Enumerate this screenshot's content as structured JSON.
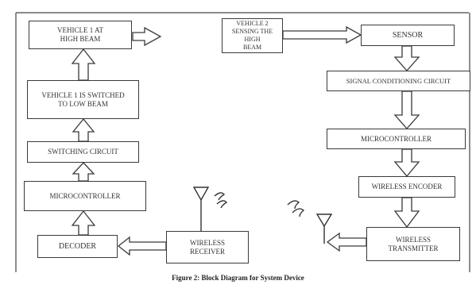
{
  "diagram": {
    "left_chain": {
      "vehicle1_high_beam": [
        "VEHICLE 1 AT",
        "HIGH BEAM"
      ],
      "vehicle1_low_beam": [
        "VEHICLE 1 IS SWITCHED",
        "TO LOW BEAM"
      ],
      "switching_circuit": "SWITCHING CIRCUIT",
      "microcontroller": "MICROCONTROLLER",
      "decoder": "DECODER",
      "wireless_receiver": [
        "WIRELESS",
        "RECEIVER"
      ]
    },
    "right_chain": {
      "vehicle2_sensing": [
        "VEHICLE 2",
        "SENSING THE HIGH",
        "BEAM"
      ],
      "sensor": "SENSOR",
      "signal_conditioning": "SIGNAL CONDITIONING CIRCUIT",
      "microcontroller": "MICROCONTROLLER",
      "wireless_encoder": "WIRELESS ENCODER",
      "wireless_transmitter": [
        "WIRELESS",
        "TRANSMITTER"
      ]
    },
    "caption": "Figure 2: Block Diagram for System Device"
  }
}
